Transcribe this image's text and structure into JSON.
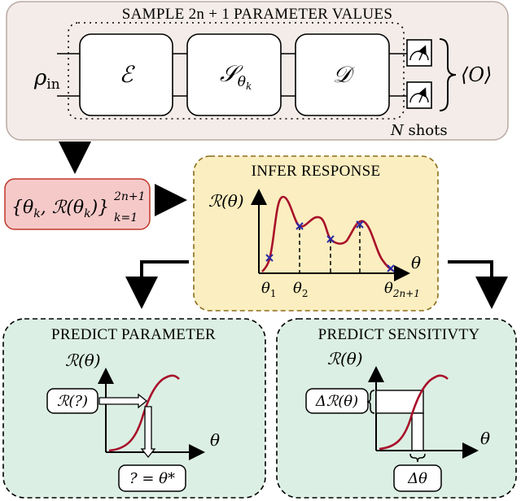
{
  "top_panel": {
    "title": "SAMPLE 2n + 1 PARAMETER VALUES",
    "input_state": "ρin",
    "gates": [
      "ℰ",
      "Sθk",
      "𝒟"
    ],
    "observable": "⟨O⟩",
    "shots_label": "N shots"
  },
  "data_box": {
    "label": "{θk, ℛ(θk)}k=1..2n+1",
    "label_main": "{θk, ℛ(θk)}",
    "sup": "2n+1",
    "sub": "k=1"
  },
  "infer_panel": {
    "title": "INFER RESPONSE",
    "y_label": "ℛ(θ)",
    "x_label": "θ",
    "ticks": [
      "θ1",
      "θ2",
      "θ2n+1"
    ]
  },
  "predict_parameter_panel": {
    "title": "PREDICT PARAMETER",
    "y_label": "ℛ(θ)",
    "x_label": "θ",
    "query_box": "ℛ(?)",
    "result_box": "? = θ*"
  },
  "predict_sensitivity_panel": {
    "title": "PREDICT SENSITIVTY",
    "y_label": "ℛ(θ)",
    "x_label": "θ",
    "delta_r_box": "Δℛ(θ)",
    "delta_theta_box": "Δθ"
  },
  "colors": {
    "top_fill": "#f4ece8",
    "data_box_fill": "#f6c9c9",
    "data_box_stroke": "#c0392b",
    "infer_fill": "#fbeec0",
    "infer_stroke": "#8a6d1a",
    "predict_fill": "#dcefe4",
    "curve": "#a8102a",
    "marker": "#2a2aa6"
  }
}
